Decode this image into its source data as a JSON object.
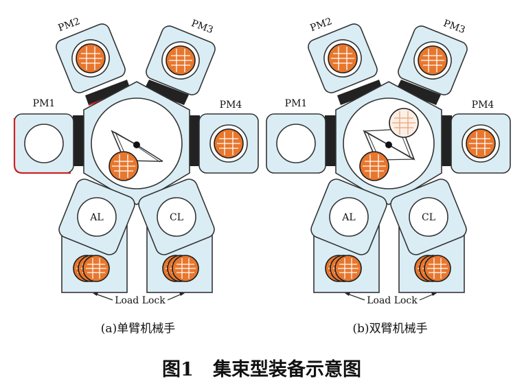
{
  "colors": {
    "module_fill": "#daedf4",
    "module_stroke": "#333333",
    "wafer_fill": "#e8772e",
    "wafer_stroke": "#1c1c1c",
    "slot_fill": "#222222",
    "highlight": "#cc2222",
    "pale_wafer": "#fcefe6"
  },
  "panels": [
    {
      "pm_labels": [
        "PM1",
        "PM2",
        "PM3",
        "PM4"
      ],
      "aligner_label": "AL",
      "cooler_label": "CL",
      "loadlock_label": "Load Lock",
      "caption": "(a)单臂机械手"
    },
    {
      "pm_labels": [
        "PM1",
        "PM2",
        "PM3",
        "PM4"
      ],
      "aligner_label": "AL",
      "cooler_label": "CL",
      "loadlock_label": "Load Lock",
      "caption": "(b)双臂机械手"
    }
  ],
  "figure_title": "图1   集束型装备示意图"
}
